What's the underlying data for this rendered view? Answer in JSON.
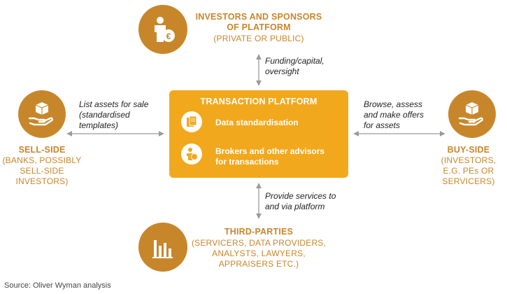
{
  "colors": {
    "accent": "#c8862a",
    "platform": "#f2a81d",
    "arrow": "#9a9a9a",
    "text": "#222222"
  },
  "top": {
    "icon": "investor-euro-icon",
    "title_line1": "INVESTORS AND SPONSORS",
    "title_line2": "OF PLATFORM",
    "subtitle": "(PRIVATE OR PUBLIC)"
  },
  "left": {
    "icon": "hand-with-box-icon",
    "title": "SELL-SIDE",
    "subtitle": "(BANKS, POSSIBLY\nSELL-SIDE\nINVESTORS)"
  },
  "right": {
    "icon": "hand-with-box-icon",
    "title": "BUY-SIDE",
    "subtitle": "(INVESTORS,\nE.G. PEs OR\nSERVICERS)"
  },
  "bottom": {
    "icon": "bar-chart-icon",
    "title": "THIRD-PARTIES",
    "subtitle": "(SERVICERS, DATA PROVIDERS,\nANALYSTS, LAWYERS,\nAPPRAISERS ETC.)"
  },
  "platform": {
    "title": "TRANSACTION PLATFORM",
    "items": [
      {
        "icon": "documents-icon",
        "label": "Data standardisation"
      },
      {
        "icon": "advisor-icon",
        "label": "Brokers and other advisors\nfor transactions"
      }
    ]
  },
  "flows": {
    "top": "Funding/capital,\noversight",
    "left": "List assets for sale\n(standardised\ntemplates)",
    "right": "Browse, assess\nand make offers\nfor assets",
    "bottom": "Provide services to\nand via platform"
  },
  "source": "Source: Oliver Wyman analysis"
}
